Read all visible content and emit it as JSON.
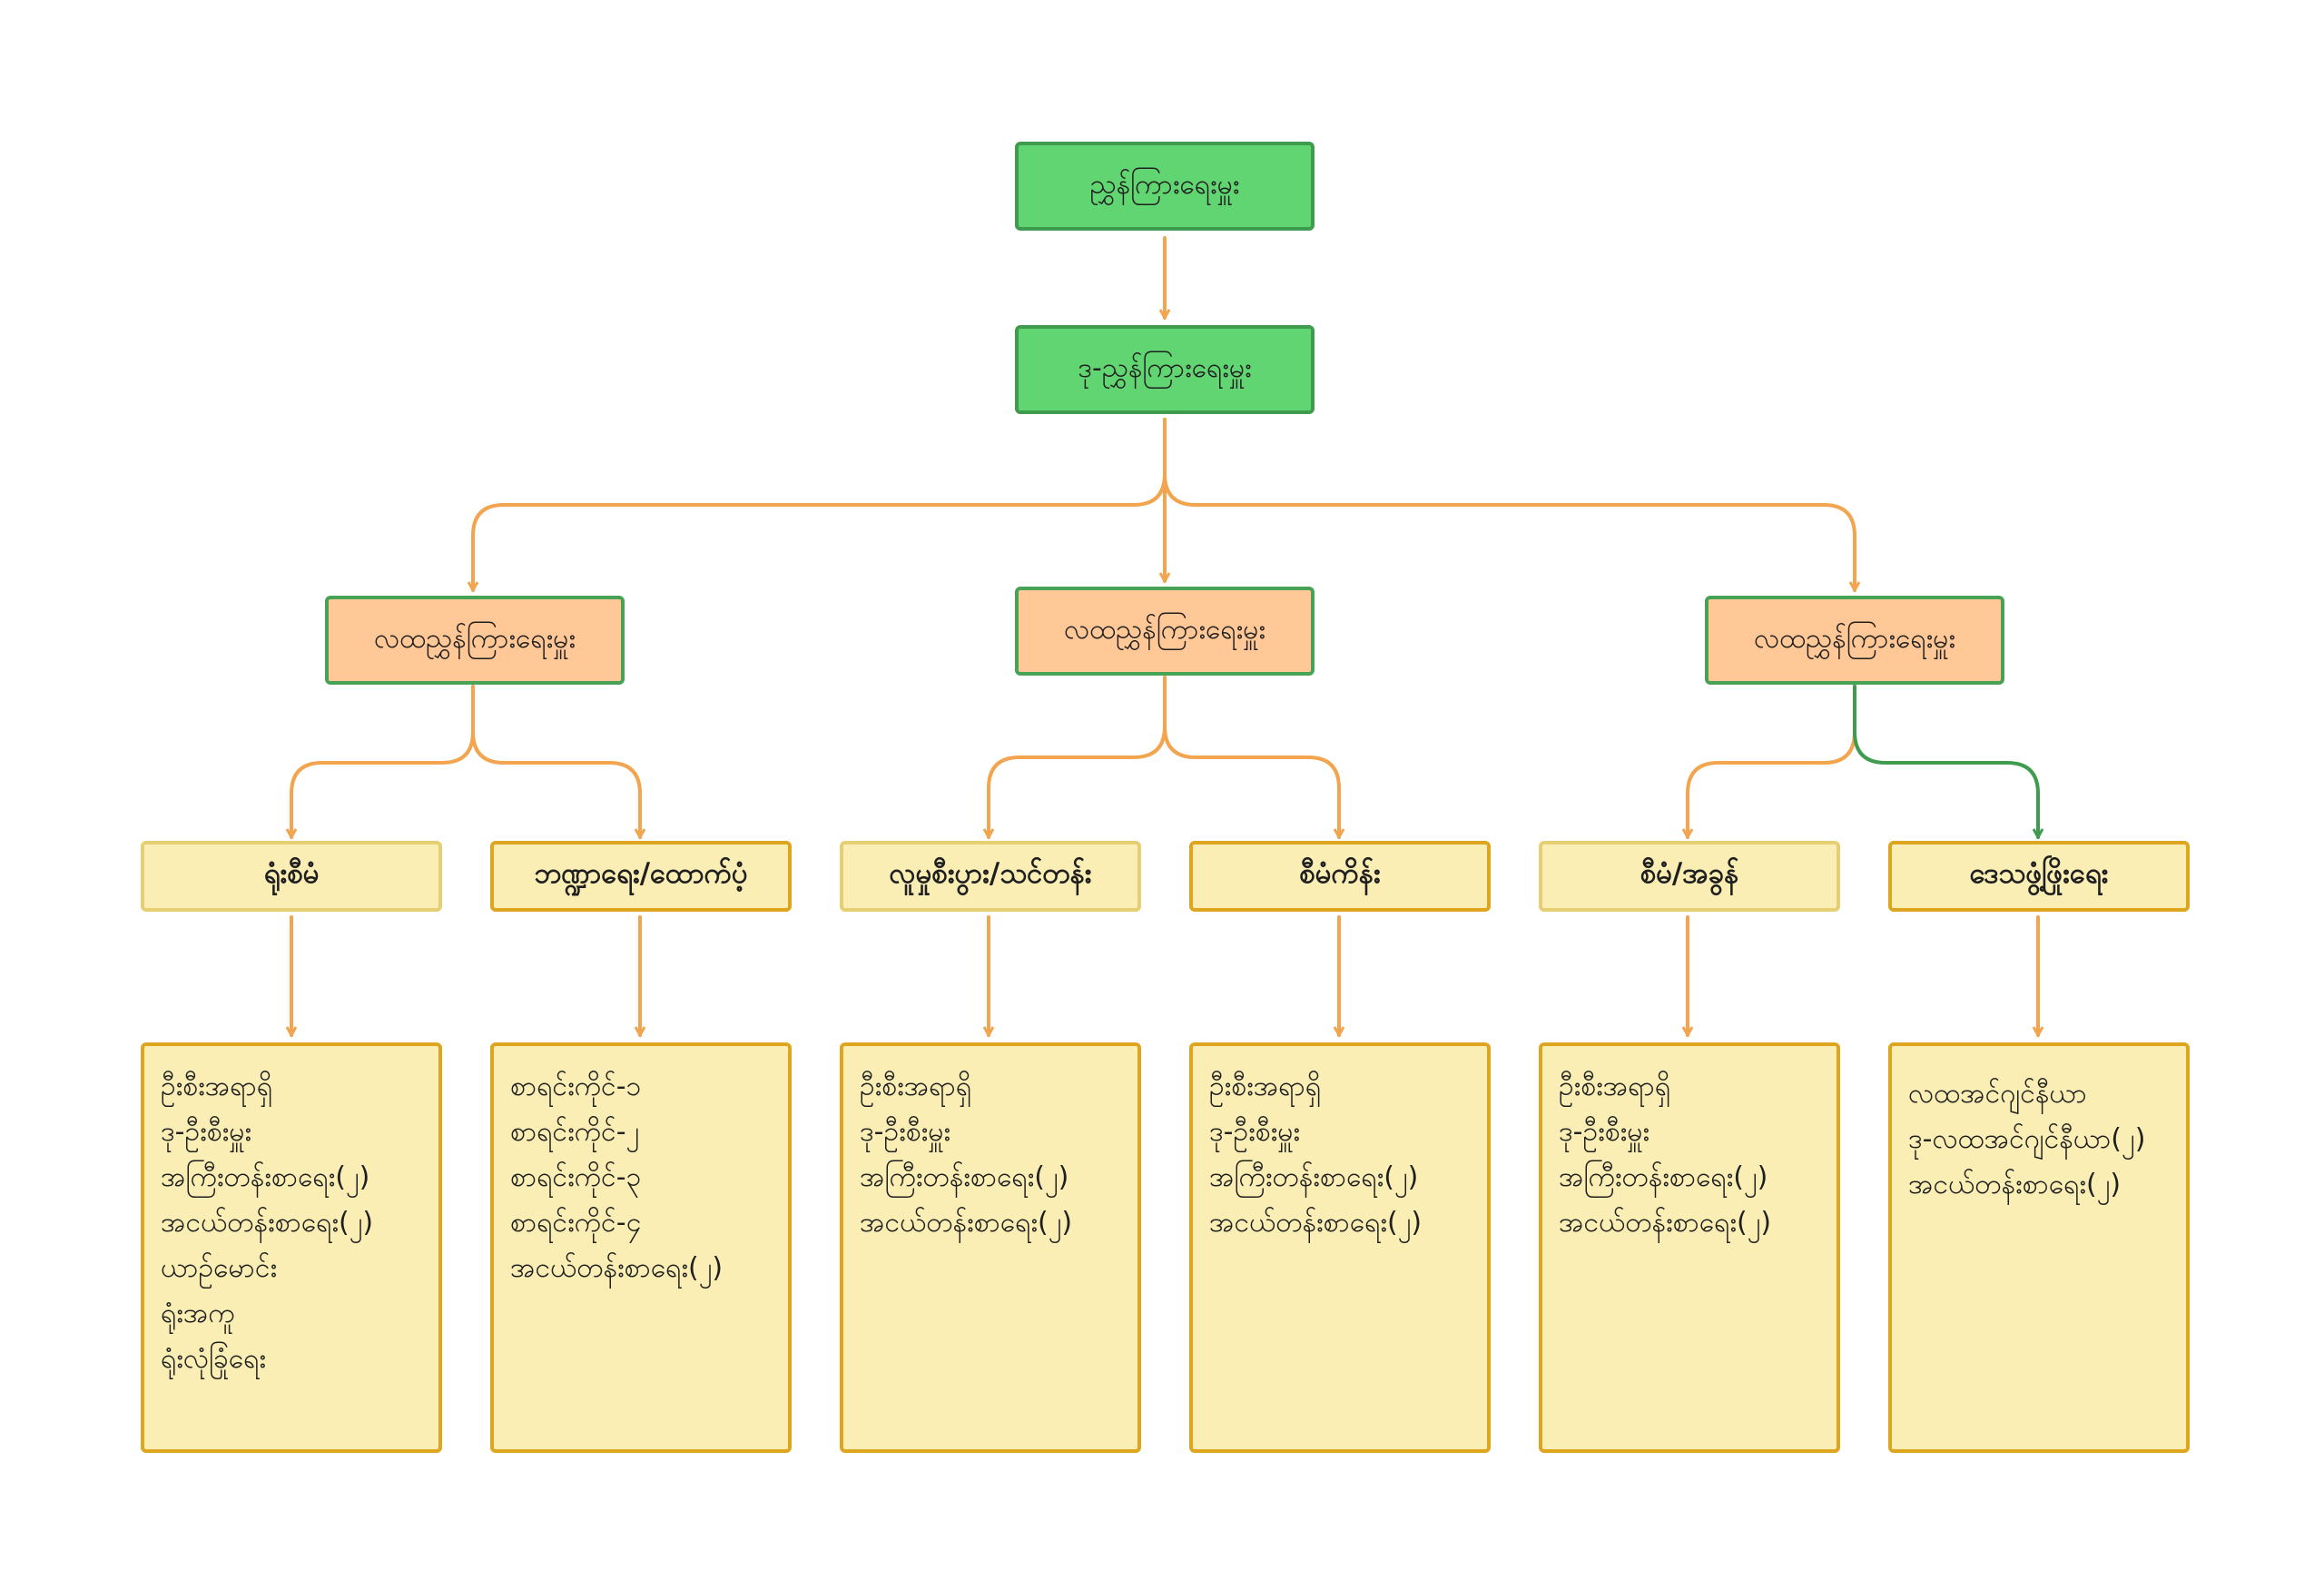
{
  "root": {
    "label": "ညွှန်ကြားရေးမှူး"
  },
  "deputy": {
    "label": "ဒု-ညွှန်ကြားရေးမှူး"
  },
  "assistant_directors": [
    {
      "label": "လထညွှန်ကြားရေးမှူး"
    },
    {
      "label": "လထညွှန်ကြားရေးမှူး"
    },
    {
      "label": "လထညွှန်ကြားရေးမှူး"
    }
  ],
  "departments": [
    {
      "label": "ရုံးစီမံ",
      "staff": [
        "ဦးစီးအရာရှိ",
        "ဒု-ဦးစီးမှူး",
        "အကြီးတန်းစာရေး(၂)",
        "အငယ်တန်းစာရေး(၂)",
        "ယာဉ်မောင်း",
        "ရုံးအကူ",
        "ရုံးလုံခြုံရေး"
      ]
    },
    {
      "label": "ဘဏ္ဍာရေး/ထောက်ပံ့",
      "staff": [
        "စာရင်းကိုင်-၁",
        "စာရင်းကိုင်-၂",
        "စာရင်းကိုင်-၃",
        "စာရင်းကိုင်-၄",
        "အငယ်တန်းစာရေး(၂)"
      ]
    },
    {
      "label": "လူမှုစီးပွား/သင်တန်း",
      "staff": [
        "ဦးစီးအရာရှိ",
        "ဒု-ဦးစီးမှူး",
        "အကြီးတန်းစာရေး(၂)",
        "အငယ်တန်းစာရေး(၂)"
      ]
    },
    {
      "label": "စီမံကိန်း",
      "staff": [
        "ဦးစီးအရာရှိ",
        "ဒု-ဦးစီးမှူး",
        "အကြီးတန်းစာရေး(၂)",
        "အငယ်တန်းစာရေး(၂)"
      ]
    },
    {
      "label": "စီမံ/အခွန်",
      "staff": [
        "ဦးစီးအရာရှိ",
        "ဒု-ဦးစီးမှူး",
        "အကြီးတန်းစာရေး(၂)",
        "အငယ်တန်းစာရေး(၂)"
      ]
    },
    {
      "label": "ဒေသဖွံ့ဖြိုးရေး",
      "staff": [
        "လထအင်ဂျင်နီယာ",
        "ဒု-လထအင်ဂျင်နီယာ(၂)",
        "အငယ်တန်းစာရေး(၂)"
      ]
    }
  ],
  "colors": {
    "connector_orange": "#f2a44e",
    "connector_green": "#3f9b4e",
    "top_fill": "#62d573",
    "mid_fill": "#ffc896",
    "dept_fill": "#faeeb4"
  }
}
